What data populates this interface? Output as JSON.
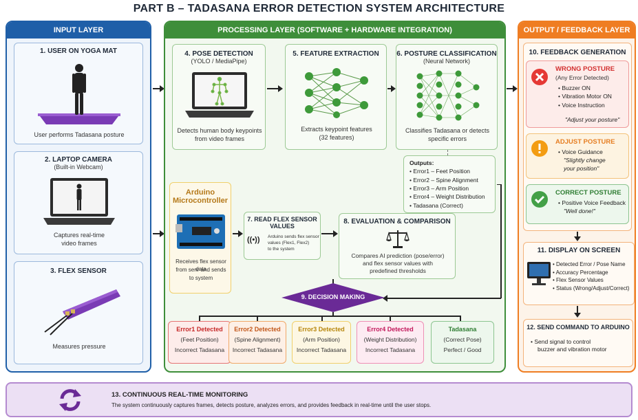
{
  "title": "PART B – TADASANA ERROR DETECTION SYSTEM ARCHITECTURE",
  "input_layer": {
    "heading": "INPUT LAYER",
    "user": {
      "title": "1. USER ON YOGA MAT",
      "caption": "User performs Tadasana posture"
    },
    "camera": {
      "title": "2. LAPTOP CAMERA",
      "sub": "(Built-in Webcam)",
      "caption1": "Captures real-time",
      "caption2": "video frames"
    },
    "flex": {
      "title": "3. FLEX SENSOR",
      "caption": "Measures pressure"
    }
  },
  "processing_layer": {
    "heading": "PROCESSING LAYER (SOFTWARE + HARDWARE INTEGRATION)",
    "pose": {
      "title": "4. POSE DETECTION",
      "sub": "(YOLO / MediaPipe)",
      "caption1": "Detects human body keypoints",
      "caption2": "from video frames"
    },
    "feature": {
      "title": "5. FEATURE EXTRACTION",
      "caption1": "Extracts keypoint features",
      "caption2": "(32 features)"
    },
    "classify": {
      "title": "6. POSTURE CLASSIFICATION",
      "sub": "(Neural Network)",
      "caption1": "Classifies Tadasana or detects",
      "caption2": "specific errors"
    },
    "outputs": {
      "title": "Outputs:",
      "items": [
        "Error1 – Feet Position",
        "Error2 – Spine Alignment",
        "Error3 – Arm Position",
        "Error4 – Weight Distribution",
        "Tadasana (Correct)"
      ]
    },
    "arduino": {
      "title1": "Arduino",
      "title2": "Microcontroller",
      "caption1": "Receives flex sensor data",
      "caption2": "from senr and sends",
      "caption3": "to system"
    },
    "read_flex": {
      "title1": "7. READ FLEX SENSOR",
      "title2": "VALUES",
      "caption1": "Arduino sends flex sensor",
      "caption2": "values (Flex1, Flex2)",
      "caption3": "to the system"
    },
    "evaluation": {
      "title": "8. EVALUATION & COMPARISON",
      "caption1": "Compares AI prediction (pose/error)",
      "caption2": "and flex sensor values with",
      "caption3": "predefined thresholds"
    },
    "decision": {
      "title": "9. DECISION MAKING"
    },
    "results": [
      {
        "title": "Error1 Detected",
        "sub": "(Feet Position)",
        "sub2": "Incorrect Tadasana",
        "color": "#c62828",
        "bg": "#fdecea",
        "border": "#e57373"
      },
      {
        "title": "Error2 Detected",
        "sub": "(Spine Alignment)",
        "sub2": "Incorrect Tadasana",
        "color": "#c2571a",
        "bg": "#fdf0e6",
        "border": "#f0a868"
      },
      {
        "title": "Error3 Detected",
        "sub": "(Arm Position)",
        "sub2": "Incorrect Tadasana",
        "color": "#b7860b",
        "bg": "#fdf7e3",
        "border": "#f0cf6a"
      },
      {
        "title": "Error4 Detected",
        "sub": "(Weight Distribution)",
        "sub2": "Incorrect Tadasana",
        "color": "#c2185b",
        "bg": "#fdebf2",
        "border": "#ee8fb5"
      },
      {
        "title": "Tadasana",
        "sub": "(Correct Pose)",
        "sub2": "Perfect / Good",
        "color": "#2e7d32",
        "bg": "#edf7ed",
        "border": "#8bc48f"
      }
    ]
  },
  "output_layer": {
    "heading": "OUTPUT / FEEDBACK LAYER",
    "feedback": {
      "title": "10. FEEDBACK GENERATION"
    },
    "wrong": {
      "title": "WRONG POSTURE",
      "sub": "(Any Error Detected)",
      "items": [
        "Buzzer ON",
        "Vibration Motor ON",
        "Voice Instruction"
      ],
      "quote": "\"Adjust your posture\""
    },
    "adjust": {
      "title": "ADJUST POSTURE",
      "items": [
        "Voice Guidance"
      ],
      "quote1": "\"Slightly change",
      "quote2": "your position\""
    },
    "correct": {
      "title": "CORRECT POSTURE",
      "items": [
        "Positive Voice Feedback"
      ],
      "quote": "\"Well done!\""
    },
    "display": {
      "title": "11. DISPLAY ON SCREEN",
      "items": [
        "Detected Error / Pose Name",
        "Accuracy Percentage",
        "Flex Sensor Values",
        "Status (Wrong/Adjust/Correct)"
      ]
    },
    "command": {
      "title": "12. SEND COMMAND TO ARDUINO",
      "items": [
        "Send signal to control"
      ],
      "line2": "buzzer and vibration motor"
    }
  },
  "monitoring": {
    "title": "13. CONTINUOUS REAL-TIME MONITORING",
    "caption": "The system continuously captures frames, detects posture, analyzes errors, and provides feedback in real-time until the user stops."
  },
  "colors": {
    "input": "#1f5fa8",
    "processing": "#3e8e3a",
    "output": "#ef7d22",
    "monitor": "#7b3fa0"
  }
}
